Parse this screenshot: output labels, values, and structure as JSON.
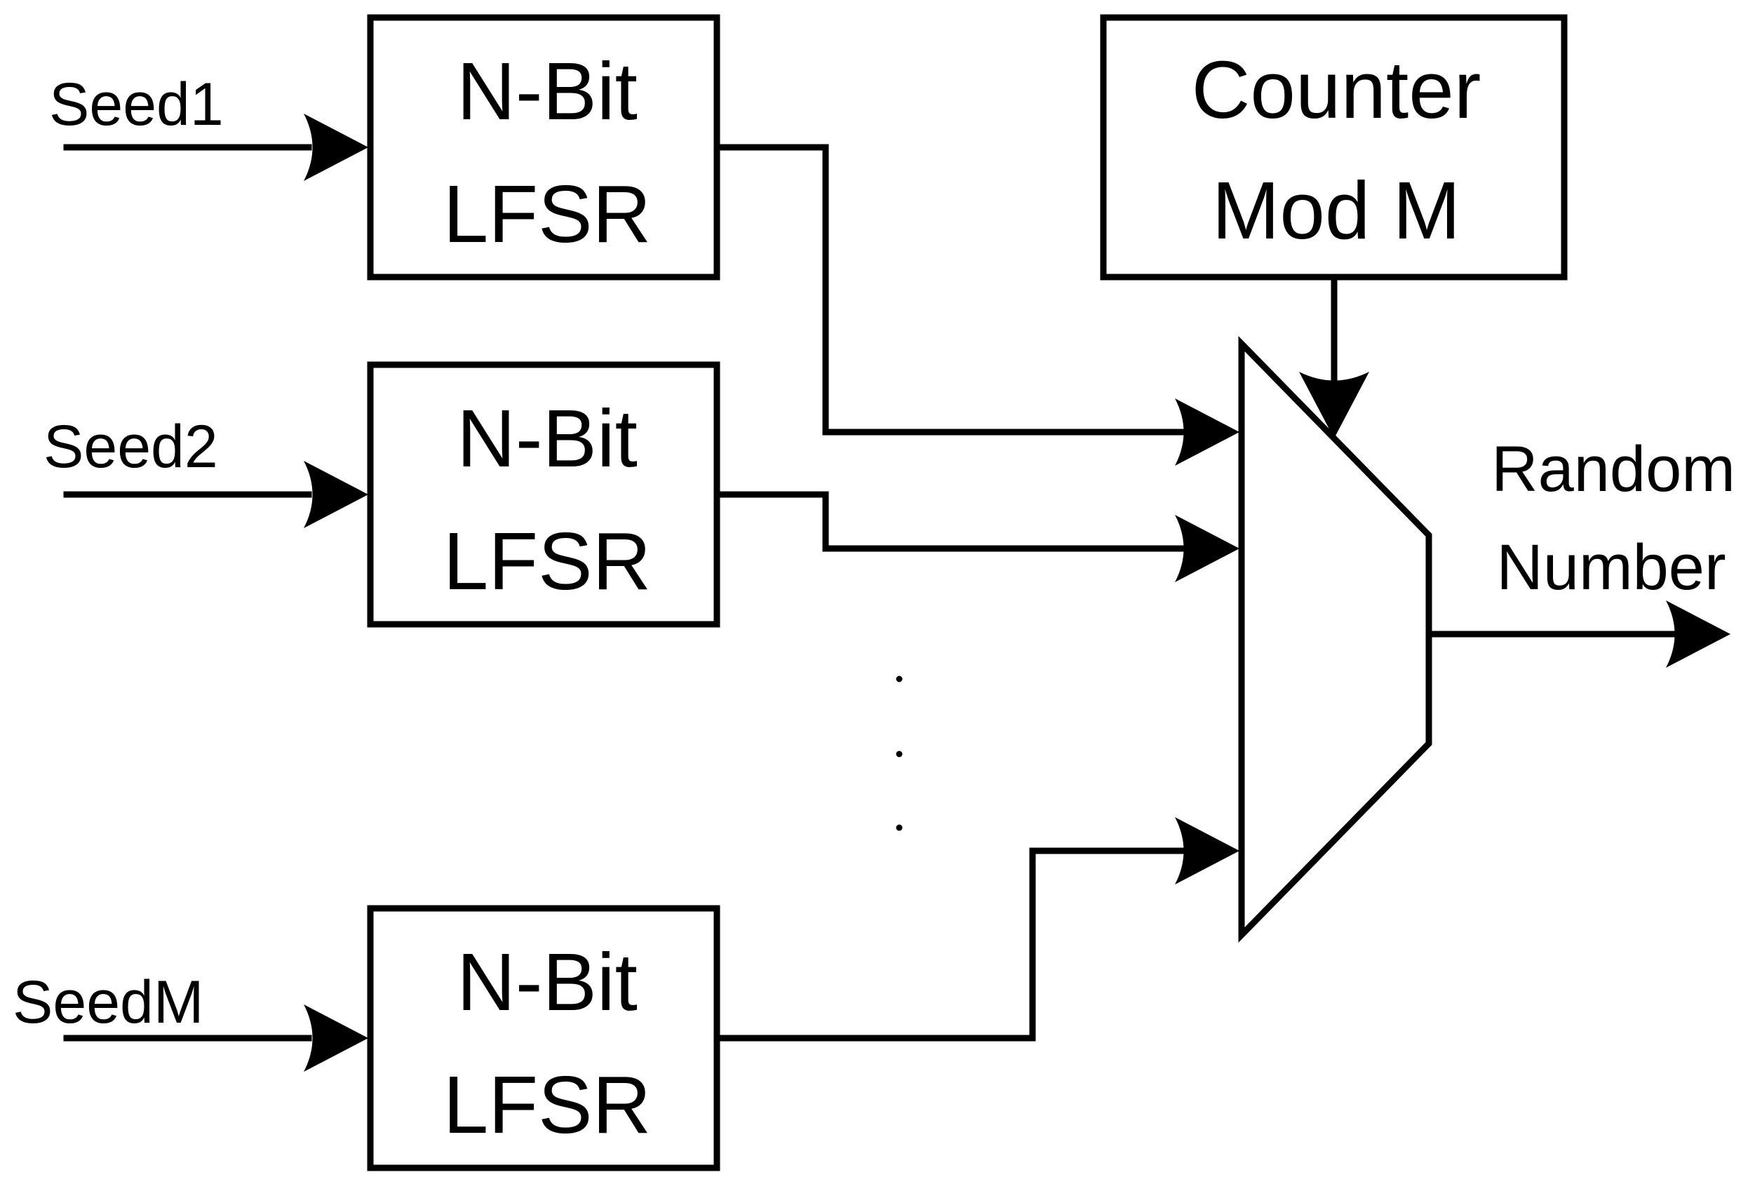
{
  "lfsr_blocks": [
    {
      "line1": "N-Bit",
      "line2": "LFSR",
      "seed": "Seed1"
    },
    {
      "line1": "N-Bit",
      "line2": "LFSR",
      "seed": "Seed2"
    },
    {
      "line1": "N-Bit",
      "line2": "LFSR",
      "seed": "SeedM"
    }
  ],
  "counter": {
    "line1": "Counter",
    "line2": "Mod M"
  },
  "output": {
    "line1": "Random",
    "line2": "Number"
  },
  "ellipsis": ".",
  "colors": {
    "stroke": "#000000",
    "background": "#ffffff"
  }
}
